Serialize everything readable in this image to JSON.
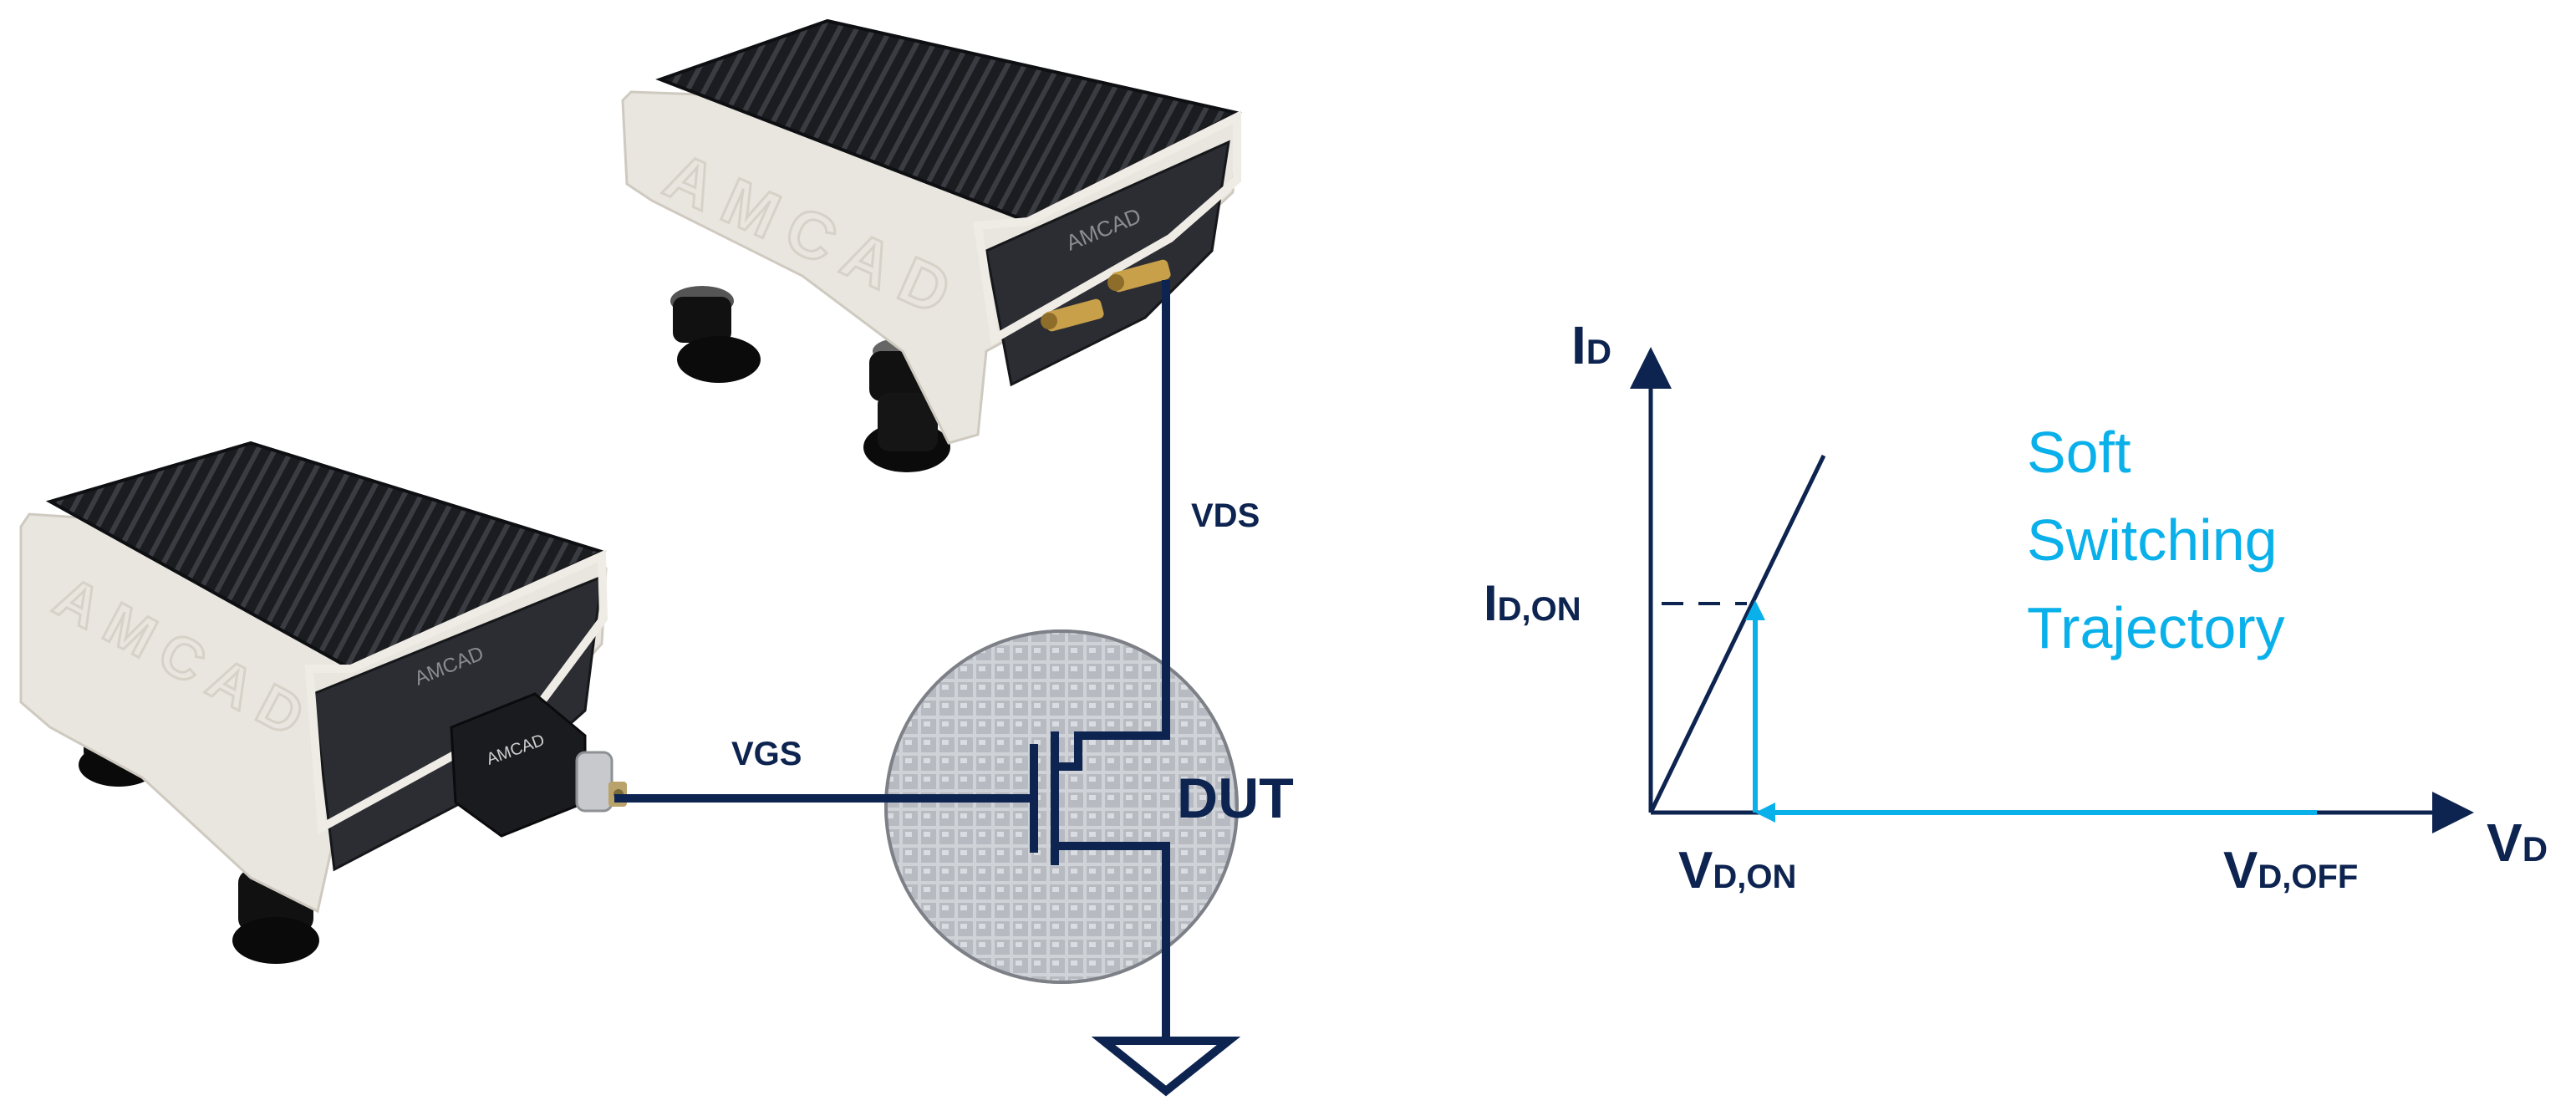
{
  "instruments": {
    "top": {
      "brand": "AMCAD"
    },
    "bottom": {
      "brand": "AMCAD",
      "module_label": "AMCAD"
    }
  },
  "circuit": {
    "vds_label": "VDS",
    "vgs_label": "VGS",
    "dut_label": "DUT"
  },
  "graph": {
    "y_axis": {
      "main": "I",
      "sub": "D"
    },
    "x_axis": {
      "main": "V",
      "sub": "D"
    },
    "y_tick": {
      "main": "I",
      "sub": "D,ON"
    },
    "x_tick_on": {
      "main": "V",
      "sub": "D,ON"
    },
    "x_tick_off": {
      "main": "V",
      "sub": "D,OFF"
    },
    "annotation": [
      "Soft",
      "Switching",
      "Trajectory"
    ]
  },
  "colors": {
    "navy": "#0d2350",
    "cyan": "#0ab0ea",
    "heatsink": "#1e1f24",
    "case": "#e9e6df",
    "wafer": "#c9ccd1"
  }
}
